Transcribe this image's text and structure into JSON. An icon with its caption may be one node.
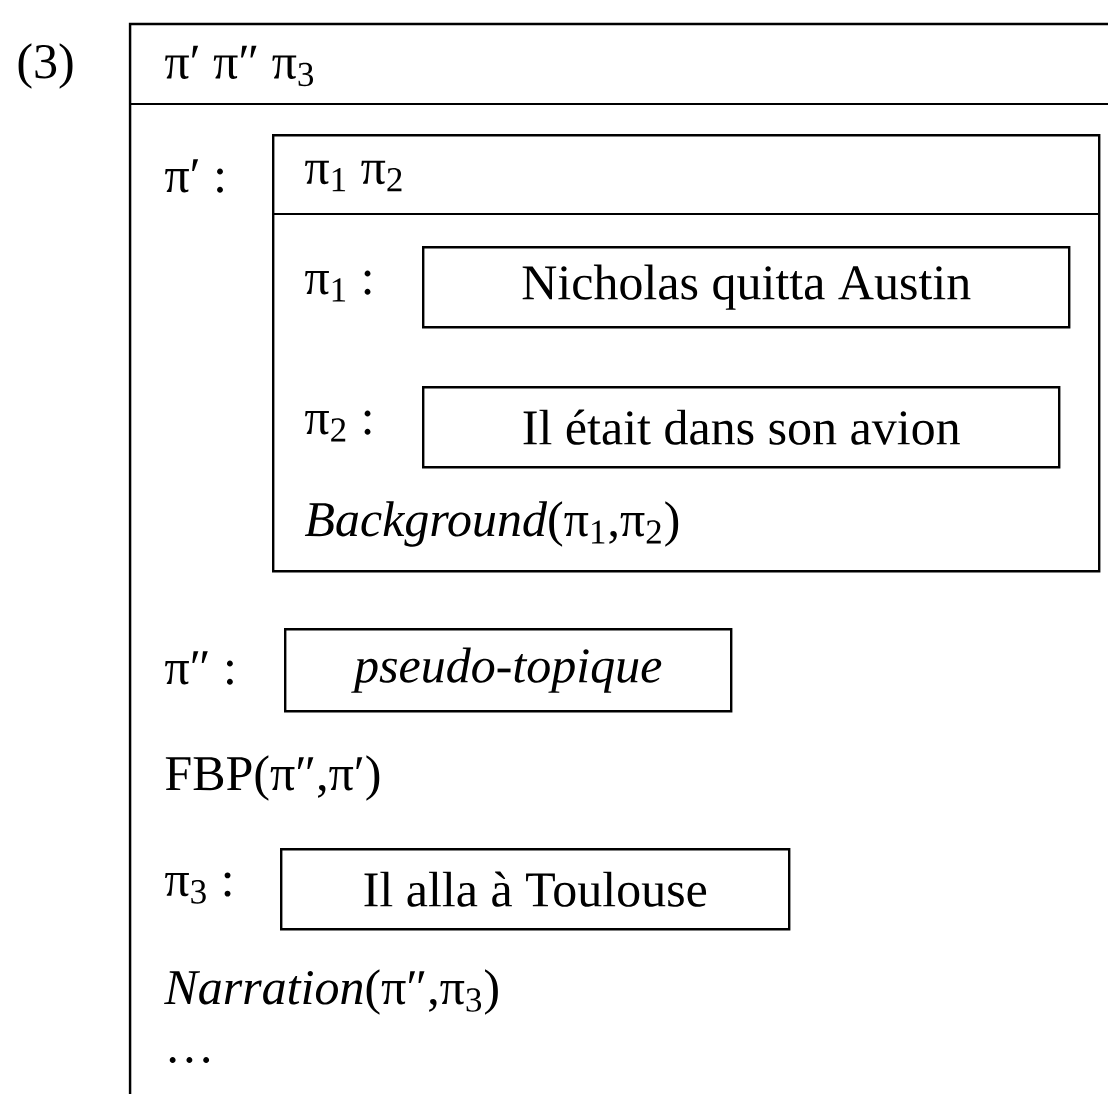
{
  "diagram": {
    "nodes": [
      {
        "text": [
          "π′ π″ π$_{3}$",
          "FBP(π″,π′)",
          "*Narration*(π″,π$_{3}$)",
          "…"
        ]
      },
      {
        "text": [
          "π$_{1}$ π$_{2}$",
          "*Background*(π$_{1}$,π$_{2}$)"
        ],
        "in": 0,
        "beside": [
          "π′ :"
        ]
      },
      {
        "text": [
          "Nicholas quitta Austin"
        ],
        "in": 1,
        "beside": [
          "π$_{1}$ :"
        ]
      },
      {
        "text": [
          "Il était dans son avion"
        ],
        "in": 1,
        "beside": [
          "π$_{2}$ :"
        ]
      },
      {
        "text": [
          "pseudo-topique"
        ],
        "in": 0,
        "beside": [
          "π″ :"
        ]
      },
      {
        "text": [
          "Il alla à Toulouse"
        ],
        "in": 0,
        "beside": [
          "π$_{3}$ :"
        ]
      }
    ],
    "labels": [
      "(3)"
    ]
  }
}
